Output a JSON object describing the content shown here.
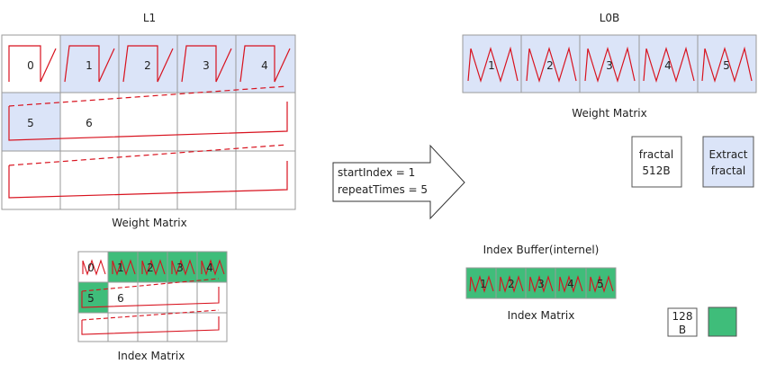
{
  "l1": {
    "title": "L1",
    "weight_caption": "Weight Matrix",
    "index_caption": "Index Matrix"
  },
  "l0b": {
    "title": "L0B",
    "weight_caption": "Weight Matrix"
  },
  "index_buffer": {
    "title": "Index Buffer(internel)",
    "caption": "Index Matrix"
  },
  "arrow": {
    "line1": "startIndex = 1",
    "line2": "repeatTimes = 5"
  },
  "legend": {
    "fractal_line1": "fractal",
    "fractal_line2": "512B",
    "extract_line1": "Extract",
    "extract_line2": "fractal",
    "small_line1": "128",
    "small_line2": "B"
  },
  "weight_cells": [
    "0",
    "1",
    "2",
    "3",
    "4",
    "5",
    "6"
  ],
  "l0b_cells": [
    "1",
    "2",
    "3",
    "4",
    "5"
  ],
  "index_cells": [
    "0",
    "1",
    "2",
    "3",
    "4",
    "5",
    "6"
  ],
  "index_buffer_cells": [
    "1",
    "2",
    "3",
    "4",
    "5"
  ],
  "colors": {
    "weight_highlight": "#dbe4f8",
    "index_highlight": "#3fbd7a",
    "zigzag": "#d8121e",
    "grid": "#9a9a9a"
  }
}
